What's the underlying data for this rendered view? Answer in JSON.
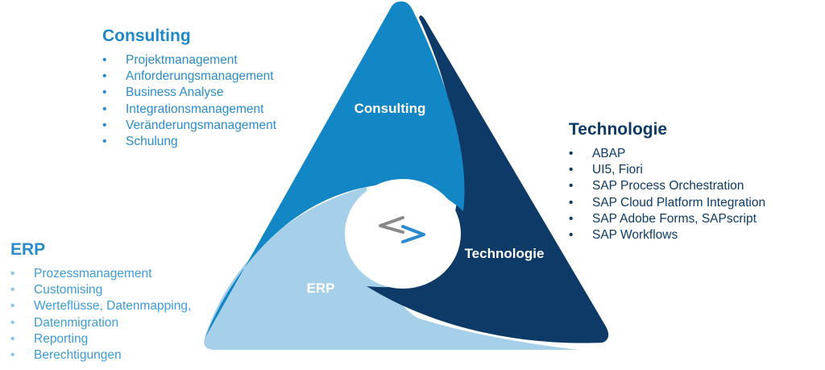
{
  "diagram": {
    "segments": {
      "consulting": "Consulting",
      "technologie": "Technologie",
      "erp": "ERP"
    },
    "center_icon": "code-brackets-icon",
    "colors": {
      "consulting": "#1386c6",
      "technologie": "#0d3a66",
      "erp": "#a6d0ea",
      "bracket_left": "#8a8a8a",
      "bracket_right": "#2a8ccc"
    }
  },
  "consulting": {
    "title": "Consulting",
    "items": [
      "Projektmanagement",
      "Anforderungsmanagement",
      "Business Analyse",
      "Integrationsmanagement",
      "Veränderungsmanagement",
      "Schulung"
    ]
  },
  "technologie": {
    "title": "Technologie",
    "items": [
      "ABAP",
      "UI5, Fiori",
      "SAP Process Orchestration",
      "SAP Cloud Platform Integration",
      "SAP Adobe Forms, SAPscript",
      "SAP Workflows"
    ]
  },
  "erp": {
    "title": "ERP",
    "items": [
      "Prozessmanagement",
      "Customising",
      "Werteflüsse, Datenmapping,",
      "Datenmigration",
      "Reporting",
      "Berechtigungen"
    ]
  }
}
